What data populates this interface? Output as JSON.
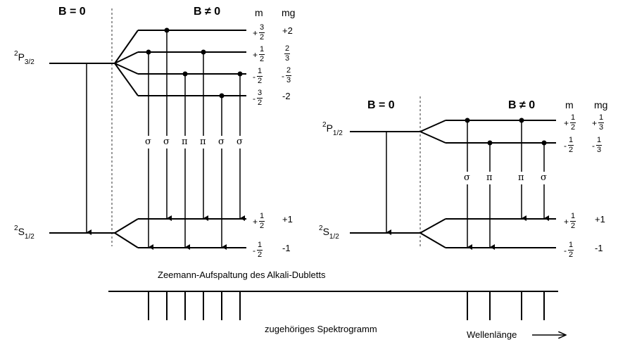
{
  "left": {
    "b0_label": "B = 0",
    "bn_label": "B ≠ 0",
    "col_m": "m",
    "col_mg": "mg",
    "upper_term": {
      "sup": "2",
      "letter": "P",
      "sub": "3/2"
    },
    "lower_term": {
      "sup": "2",
      "letter": "S",
      "sub": "1/2"
    },
    "upper_levels": [
      {
        "sign": "+",
        "num": "3",
        "den": "2",
        "mg": "+2"
      },
      {
        "sign": "+",
        "num": "1",
        "den": "2",
        "mg_num": "2",
        "mg_den": "3"
      },
      {
        "sign": "-",
        "num": "1",
        "den": "2",
        "mg_sign": "-",
        "mg_num": "2",
        "mg_den": "3"
      },
      {
        "sign": "-",
        "num": "3",
        "den": "2",
        "mg": "-2"
      }
    ],
    "lower_levels": [
      {
        "sign": "+",
        "num": "1",
        "den": "2",
        "mg": "+1"
      },
      {
        "sign": "-",
        "num": "1",
        "den": "2",
        "mg": "-1"
      }
    ],
    "transitions": [
      "σ",
      "σ",
      "π",
      "π",
      "σ",
      "σ"
    ]
  },
  "right": {
    "b0_label": "B = 0",
    "bn_label": "B ≠ 0",
    "col_m": "m",
    "col_mg": "mg",
    "upper_term": {
      "sup": "2",
      "letter": "P",
      "sub": "1/2"
    },
    "lower_term": {
      "sup": "2",
      "letter": "S",
      "sub": "1/2"
    },
    "upper_levels": [
      {
        "sign": "+",
        "num": "1",
        "den": "2",
        "mg_sign": "+",
        "mg_num": "1",
        "mg_den": "3"
      },
      {
        "sign": "-",
        "num": "1",
        "den": "2",
        "mg_sign": "-",
        "mg_num": "1",
        "mg_den": "3"
      }
    ],
    "lower_levels": [
      {
        "sign": "+",
        "num": "1",
        "den": "2",
        "mg": "+1"
      },
      {
        "sign": "-",
        "num": "1",
        "den": "2",
        "mg": "-1"
      }
    ],
    "transitions": [
      "σ",
      "π",
      "π",
      "σ"
    ]
  },
  "caption": "Zeemann-Aufspaltung des Alkali-Dubletts",
  "spectrogram_label": "zugehöriges Spektrogramm",
  "wavelength_label": "Wellenlänge"
}
